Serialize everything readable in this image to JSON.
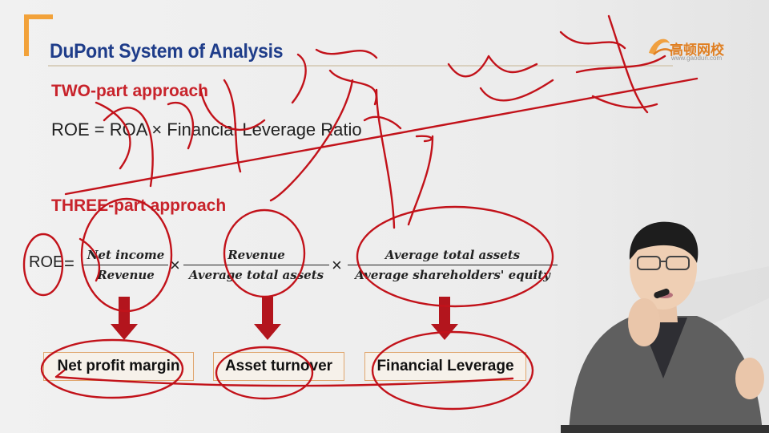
{
  "header": {
    "title": "DuPont System of Analysis",
    "logo_text": "高顿网校",
    "logo_url": "www.gaodun.com"
  },
  "two_part": {
    "heading": "TWO-part approach",
    "formula": "ROE = ROA × Financial Leverage Ratio"
  },
  "three_part": {
    "heading": "THREE-part approach",
    "lhs": "ROE",
    "equals": "=",
    "times": "×",
    "fractions": [
      {
        "numerator": "Net income",
        "denominator": "Revenue"
      },
      {
        "numerator": "Revenue",
        "denominator": "Average total assets"
      },
      {
        "numerator": "Average total assets",
        "denominator": "Average shareholders' equity"
      }
    ],
    "results": [
      "Net profit margin",
      "Asset turnover",
      "Financial Leverage"
    ]
  },
  "colors": {
    "title_blue": "#1f3d8a",
    "heading_red": "#c8232b",
    "arrow_red": "#b3151d",
    "ink_red": "#c2121a",
    "logo_orange": "#e07f22"
  }
}
